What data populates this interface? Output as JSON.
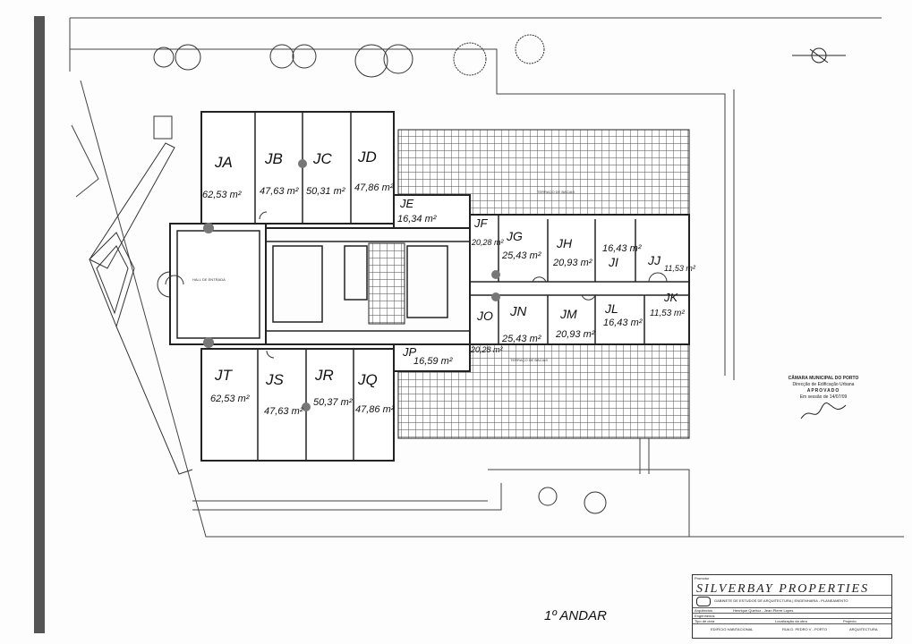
{
  "drawing": {
    "floor_label": "1º ANDAR",
    "units": [
      {
        "name": "JA",
        "area": "62,53 m²"
      },
      {
        "name": "JB",
        "area": "47,63 m²"
      },
      {
        "name": "JC",
        "area": "50,31 m²"
      },
      {
        "name": "JD",
        "area": "47,86 m²"
      },
      {
        "name": "JE",
        "area": "16,34 m²"
      },
      {
        "name": "JF",
        "area": "20,28 m²"
      },
      {
        "name": "JG",
        "area": "25,43 m²"
      },
      {
        "name": "JH",
        "area": "20,93 m²"
      },
      {
        "name": "JI",
        "area": "16,43 m²"
      },
      {
        "name": "JJ",
        "area": "11,53 m²"
      },
      {
        "name": "JK",
        "area": "11,53 m²"
      },
      {
        "name": "JL",
        "area": "16,43 m²"
      },
      {
        "name": "JM",
        "area": "20,93 m²"
      },
      {
        "name": "JN",
        "area": "25,43 m²"
      },
      {
        "name": "JO",
        "area": "20,28 m²"
      },
      {
        "name": "JP",
        "area": "16,59 m²"
      },
      {
        "name": "JQ",
        "area": "47,86 m²"
      },
      {
        "name": "JR",
        "area": "50,37 m²"
      },
      {
        "name": "JS",
        "area": "47,63 m²"
      },
      {
        "name": "JT",
        "area": "62,53 m²"
      }
    ],
    "room_labels": {
      "hall": "HALL DE ENTRADA",
      "terrace_top": "TERRAÇO DE BACIAS",
      "terrace_bottom": "TERRAÇO DE BACIAS"
    }
  },
  "title_block": {
    "promotor_label": "Promotor",
    "brand": "SILVERBAY PROPERTIES",
    "office": "GABINETE DE ESTUDOS DE ARQUITECTURA | ENGENHARIA - PLANEAMENTO",
    "architects_label": "Arquitectos",
    "architects": "Henrique Queiroz - Jean Pierre Lopes",
    "engineers_label": "Engenheiros",
    "type_label": "Tipo de obra",
    "type_value": "EDIFÍCIO HABITACIONAL",
    "location_label": "Localização da obra",
    "location_value": "RUA D. PEDRO V - PORTO",
    "project_label": "Projecto",
    "project_value": "ARQUITECTURA"
  },
  "stamp": {
    "line1": "CÂMARA MUNICIPAL DO PORTO",
    "line2": "Direcção de Edificação Urbana",
    "line3": "APROVADO",
    "line4": "Em sessão de 14/07/09"
  },
  "colors": {
    "ink": "#222222",
    "paper": "#fdfdfd"
  }
}
